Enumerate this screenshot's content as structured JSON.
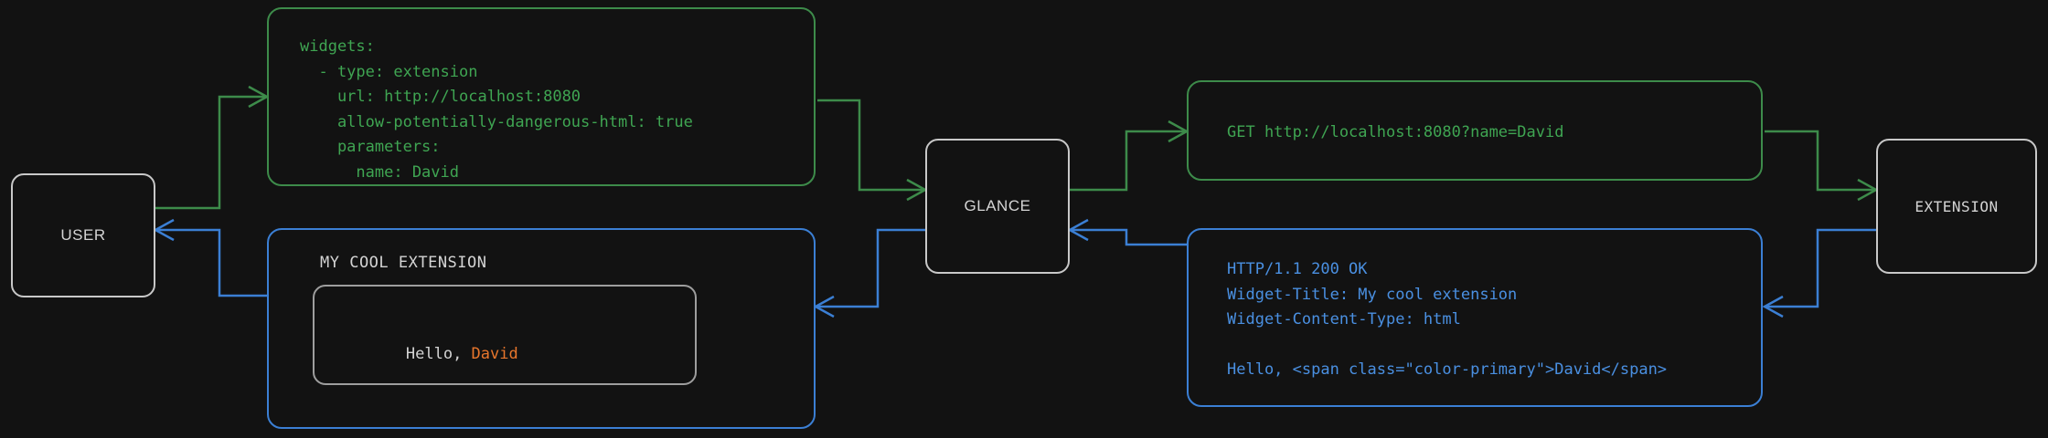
{
  "diagram": {
    "title": "Glance extension widget request/response flow",
    "background": "#121212",
    "colors": {
      "request_green": "#3fa552",
      "request_border": "#3d8b4a",
      "response_blue": "#4a90e2",
      "response_border": "#3b7fd4",
      "node_border": "#c8c8c8",
      "node_text": "#d4d4d4",
      "accent_orange": "#e8762c"
    }
  },
  "nodes": {
    "user": {
      "label": "USER"
    },
    "glance": {
      "label": "GLANCE"
    },
    "extension": {
      "label": "EXTENSION"
    }
  },
  "panels": {
    "yaml_config": {
      "code": "widgets:\n  - type: extension\n    url: http://localhost:8080\n    allow-potentially-dangerous-html: true\n    parameters:\n      name: David"
    },
    "http_request": {
      "code": "GET http://localhost:8080?name=David"
    },
    "http_response": {
      "code": "HTTP/1.1 200 OK\nWidget-Title: My cool extension\nWidget-Content-Type: html\n\nHello, <span class=\"color-primary\">David</span>"
    },
    "rendered_widget": {
      "title": "MY COOL EXTENSION",
      "greeting_prefix": "Hello, ",
      "greeting_name": "David"
    }
  },
  "flow": {
    "request_arrows": [
      {
        "from": "user",
        "to": "yaml_config"
      },
      {
        "from": "yaml_config",
        "to": "glance"
      },
      {
        "from": "glance",
        "to": "http_request"
      },
      {
        "from": "http_request",
        "to": "extension"
      }
    ],
    "response_arrows": [
      {
        "from": "extension",
        "to": "http_response"
      },
      {
        "from": "http_response",
        "to": "glance"
      },
      {
        "from": "glance",
        "to": "rendered_widget"
      },
      {
        "from": "rendered_widget",
        "to": "user"
      }
    ]
  }
}
